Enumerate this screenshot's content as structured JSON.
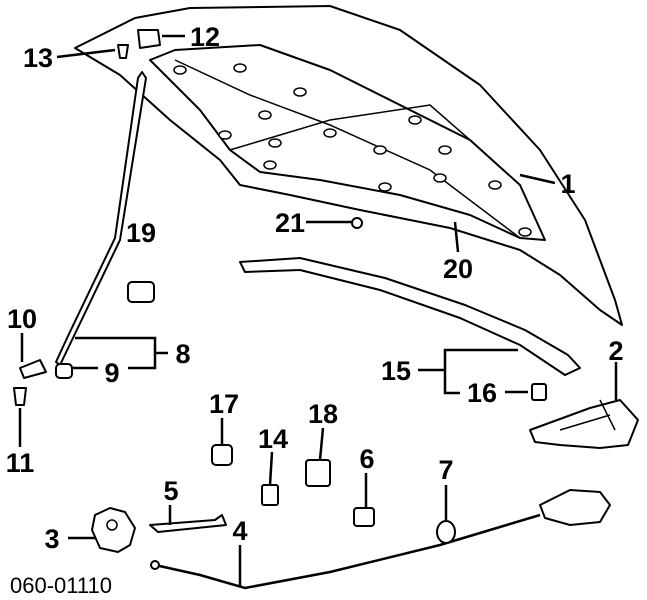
{
  "diagram": {
    "callouts": [
      "1",
      "2",
      "3",
      "4",
      "5",
      "6",
      "7",
      "8",
      "9",
      "10",
      "11",
      "12",
      "13",
      "14",
      "15",
      "16",
      "17",
      "18",
      "19",
      "20",
      "21"
    ],
    "drawing_code": "060-01110"
  }
}
